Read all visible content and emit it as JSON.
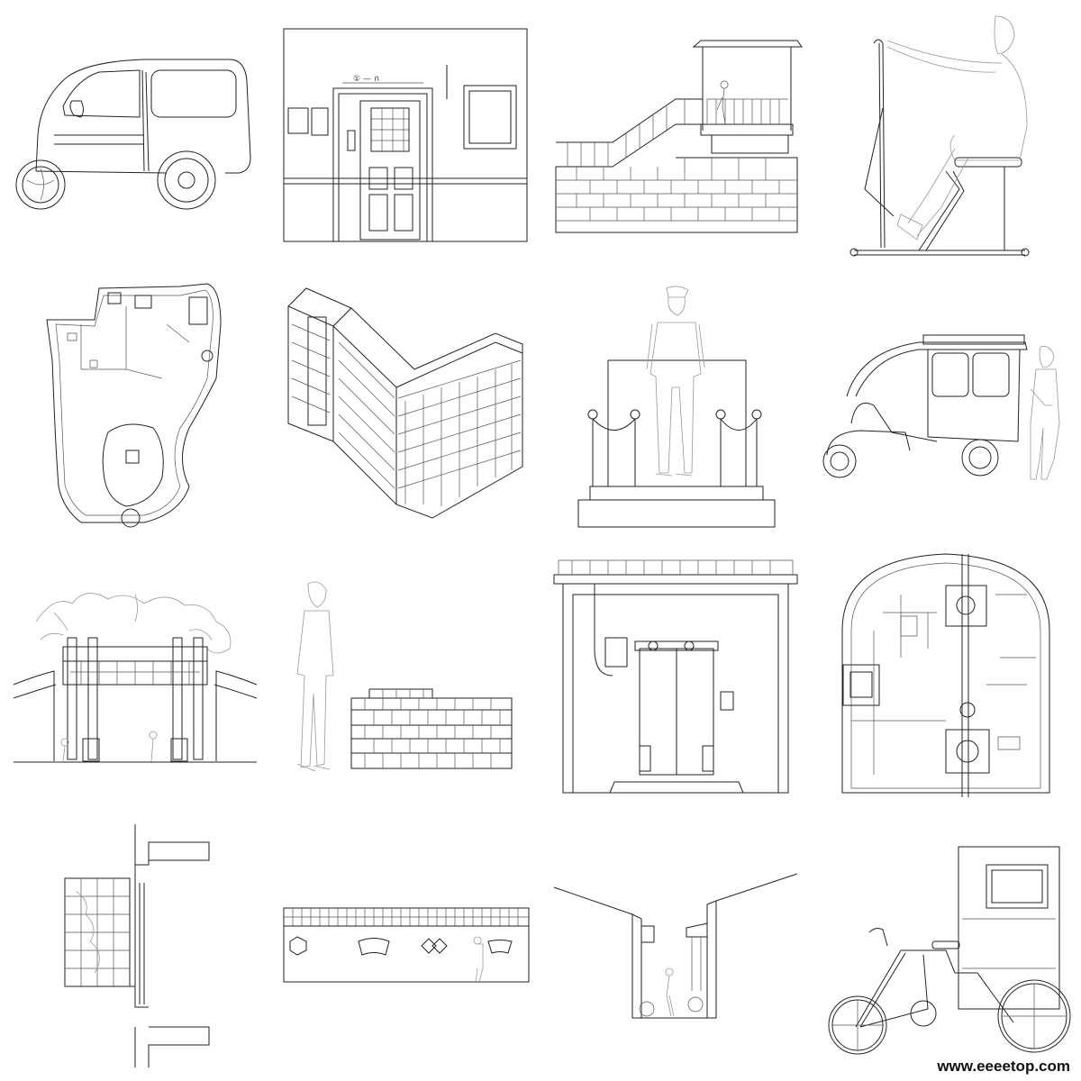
{
  "watermark": "www.eeeetop.com",
  "door_sign": "① — ∩",
  "tiles": [
    "three-wheel-microcar",
    "apartment-door-elevation",
    "stair-and-pavilion",
    "person-on-fitness-machine",
    "park-site-plan",
    "isometric-apartment-block",
    "guard-on-podium",
    "covered-electric-tricycle",
    "memorial-archway-section",
    "man-beside-stacked-bricks",
    "courtyard-gate-elevation",
    "temple-courtyard-plan",
    "wall-section-with-vines",
    "patterned-window-wall",
    "alley-section",
    "cargo-tricycle"
  ]
}
